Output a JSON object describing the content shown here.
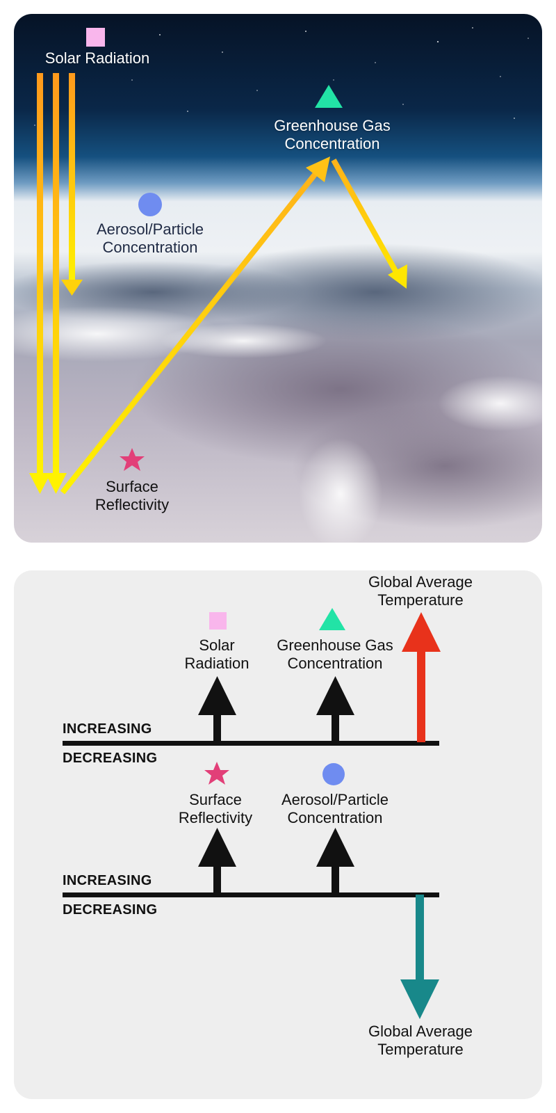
{
  "top_panel": {
    "solar_radiation": "Solar Radiation",
    "greenhouse": [
      "Greenhouse Gas",
      "Concentration"
    ],
    "aerosol": [
      "Aerosol/Particle",
      "Concentration"
    ],
    "surface": [
      "Surface",
      "Reflectivity"
    ]
  },
  "bottom_panel": {
    "scale1": {
      "increasing": "INCREASING",
      "decreasing": "DECREASING",
      "solar": [
        "Solar",
        "Radiation"
      ],
      "greenhouse": [
        "Greenhouse Gas",
        "Concentration"
      ],
      "temperature": [
        "Global Average",
        "Temperature"
      ]
    },
    "scale2": {
      "increasing": "INCREASING",
      "decreasing": "DECREASING",
      "surface": [
        "Surface",
        "Reflectivity"
      ],
      "aerosol": [
        "Aerosol/Particle",
        "Concentration"
      ],
      "temperature": [
        "Global Average",
        "Temperature"
      ]
    }
  },
  "colors": {
    "solar_square": "#f9b6ec",
    "greenhouse_triangle": "#22e3a6",
    "aerosol_circle": "#6f8cf0",
    "surface_star": "#e23f78",
    "temp_increase": "#e8321b",
    "temp_decrease": "#18888a",
    "ray_top": "#ff9a1c",
    "ray_bottom": "#fff200"
  },
  "icons": {
    "solar": "square-icon",
    "greenhouse": "triangle-icon",
    "aerosol": "circle-icon",
    "surface": "star-icon"
  }
}
